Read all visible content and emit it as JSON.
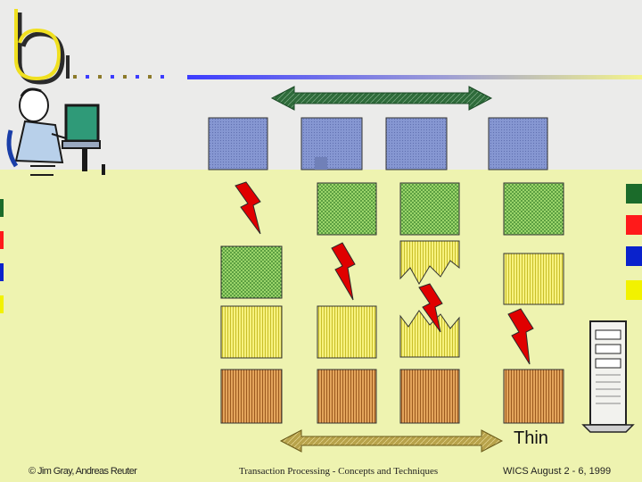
{
  "diagram": {
    "label_thin": "Thin"
  },
  "footer": {
    "left": "© Jim Gray, Andreas Reuter",
    "center": "Transaction Processing - Concepts and Techniques",
    "right": "WICS August 2 - 6, 1999"
  },
  "colors": {
    "background_top": "#eaeaea",
    "background_main": "#eef3b0",
    "blue_box": "#7f8fcc",
    "green_box": "#8fcf5f",
    "yellow_box": "#f6f07a",
    "orange_box": "#d89a50",
    "lightning": "#e00000",
    "bar_blue": "#3c3cff",
    "bar_yellow": "#f4f48a",
    "swatch_green": "#1b6b2a",
    "swatch_red": "#ff1a1a",
    "swatch_blue": "#0a22cc",
    "swatch_yellow": "#f2f200"
  },
  "icons": [
    "logo-icon",
    "person-at-computer-icon",
    "server-tower-icon",
    "lightning-icon",
    "double-arrow-icon"
  ]
}
